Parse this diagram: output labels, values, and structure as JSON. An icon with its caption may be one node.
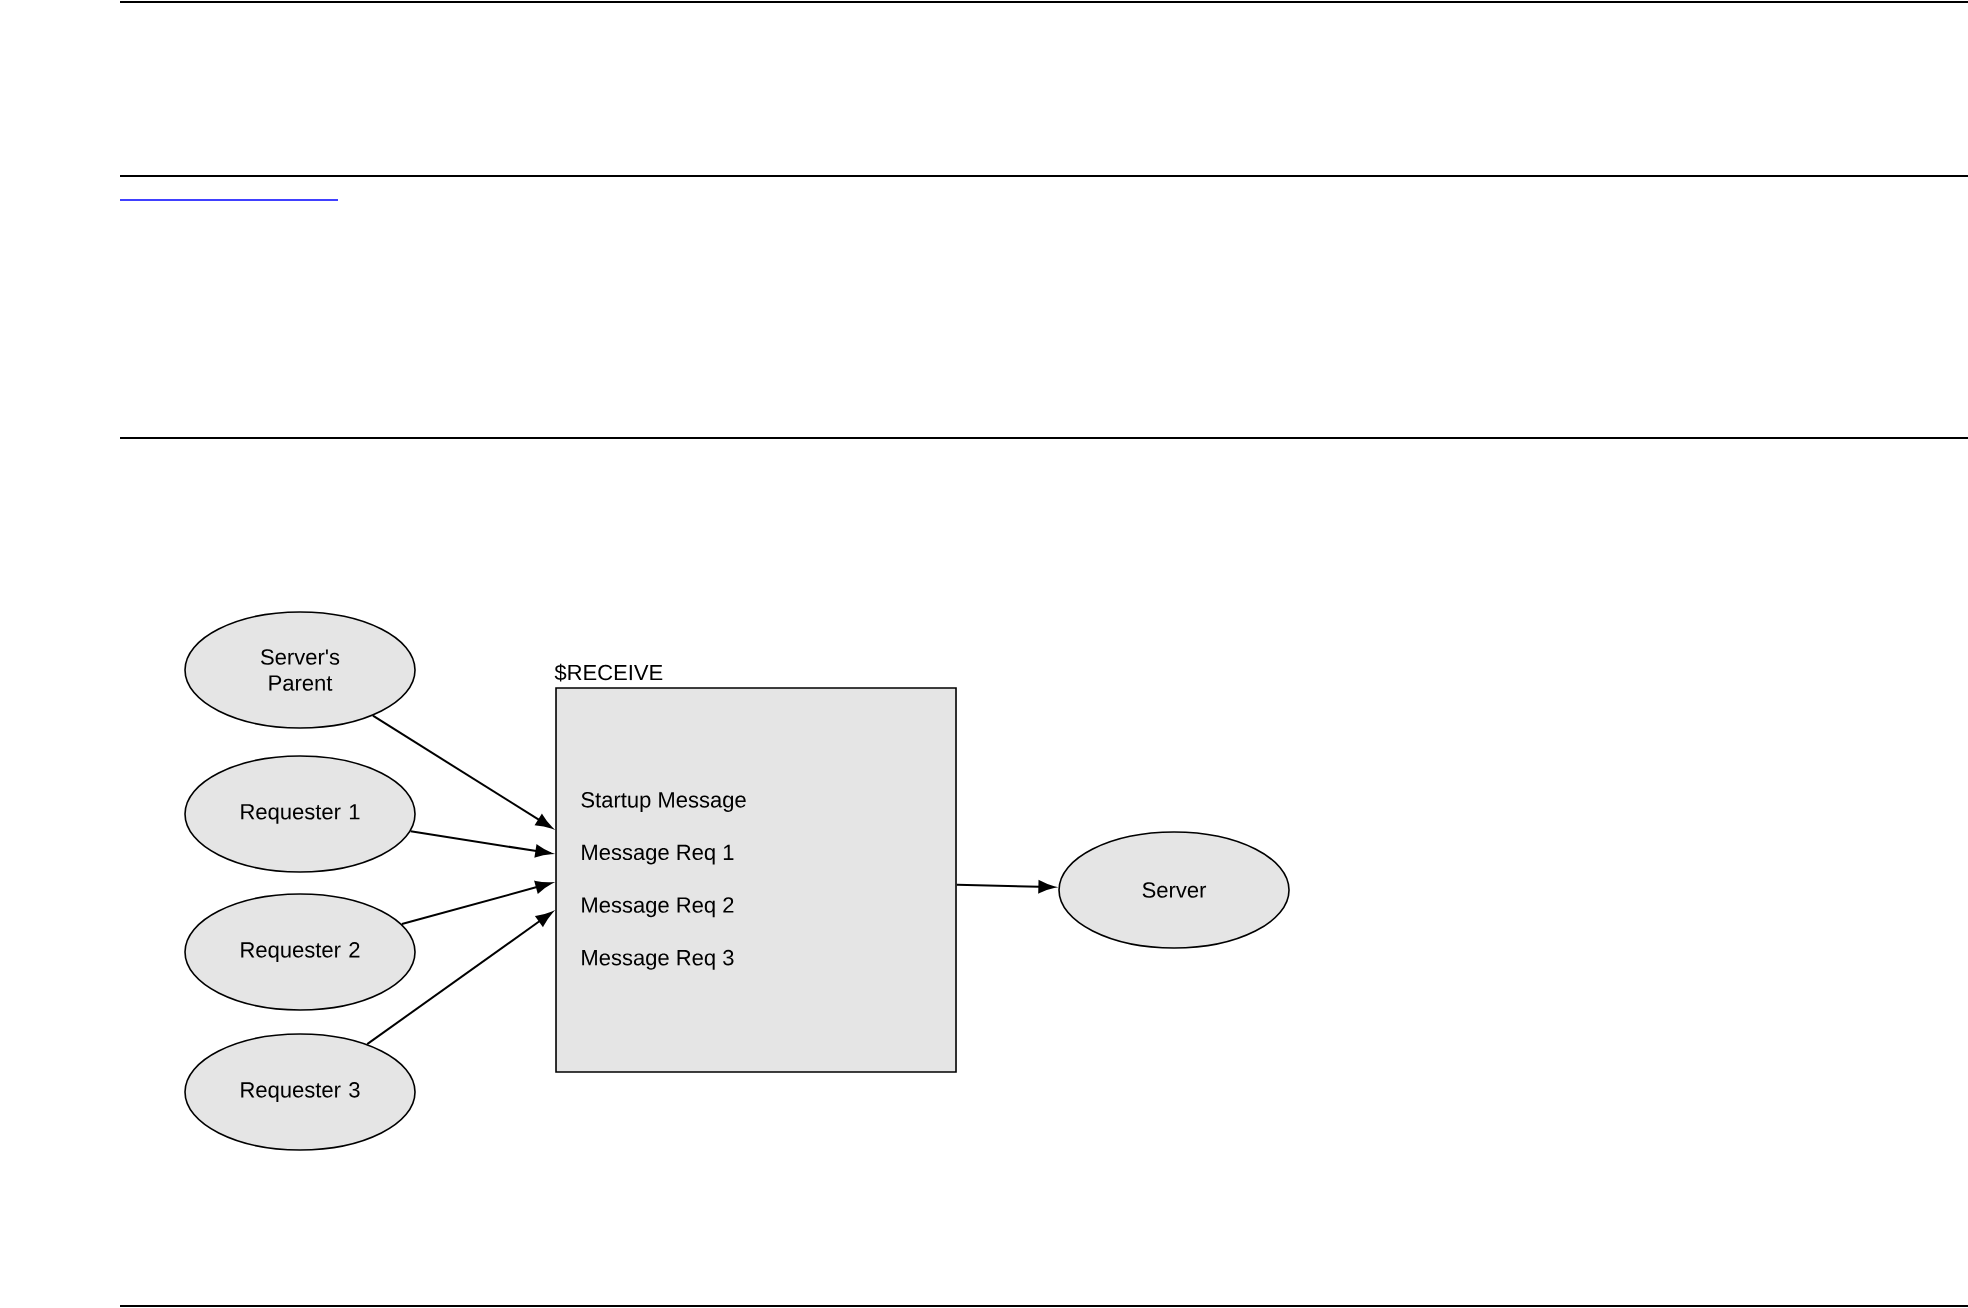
{
  "diagram": {
    "nodes": [
      {
        "text": [
          "Server's Parent"
        ]
      },
      {
        "text": [
          "Requester 1"
        ]
      },
      {
        "text": [
          "Requester 2"
        ]
      },
      {
        "text": [
          "Requester 3"
        ]
      },
      {
        "text": [
          "$RECEIVE",
          "Startup Message",
          "Message Req 1",
          "Message Req 2",
          "Message Req 3"
        ]
      },
      {
        "text": [
          "Server"
        ]
      }
    ],
    "edges": [
      {
        "from": 0,
        "to": 4,
        "arrow": "to"
      },
      {
        "from": 1,
        "to": 4,
        "arrow": "to"
      },
      {
        "from": 2,
        "to": 4,
        "arrow": "to"
      },
      {
        "from": 3,
        "to": 4,
        "arrow": "to"
      },
      {
        "from": 4,
        "to": 5,
        "arrow": "to"
      }
    ]
  }
}
